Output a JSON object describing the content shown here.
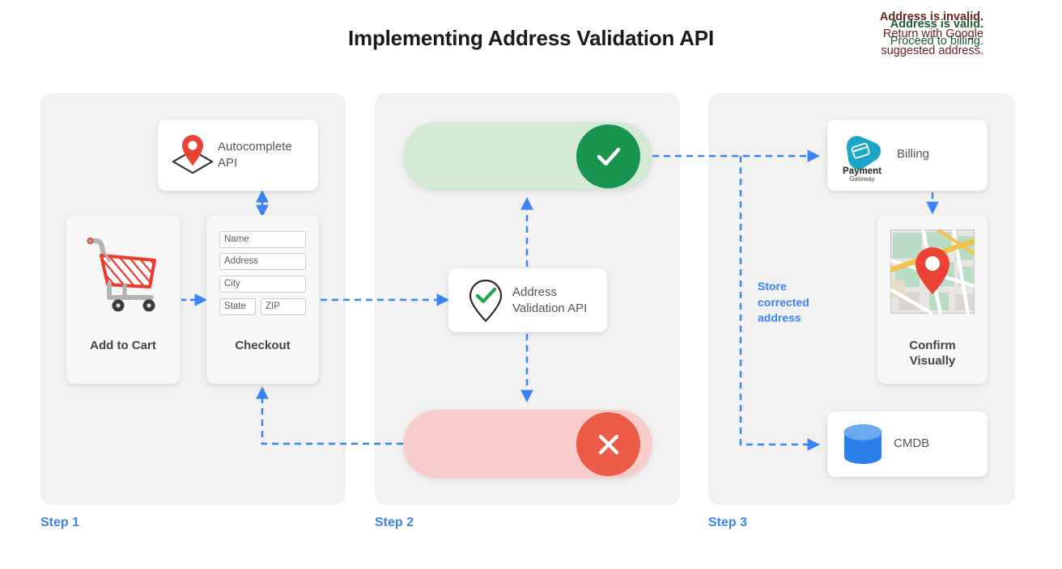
{
  "title": "Implementing Address Validation API",
  "colors": {
    "accent_blue": "#3b82f6",
    "panel_bg": "#f1f1f2",
    "valid_pill_bg": "#d4e9d4",
    "valid_badge": "#17954e",
    "valid_text": "#1c5c31",
    "invalid_pill_bg": "#f7cccb",
    "invalid_badge": "#ec5b45",
    "invalid_text": "#6d2220",
    "pin_red": "#ea4335",
    "cmdb_blue": "#3b82f6",
    "payment_teal": "#1ba8c8"
  },
  "steps": [
    {
      "label": "Step 1"
    },
    {
      "label": "Step 2"
    },
    {
      "label": "Step 3"
    }
  ],
  "step1": {
    "autocomplete": {
      "line1": "Autocomplete",
      "line2": "API",
      "icon": "map-pin-diamond-icon"
    },
    "cart": {
      "label": "Add to Cart",
      "icon": "shopping-cart-icon"
    },
    "checkout": {
      "label": "Checkout",
      "fields": [
        "Name",
        "Address",
        "City",
        "State",
        "ZIP"
      ]
    }
  },
  "step2": {
    "valid": {
      "title": "Address is valid.",
      "subtitle": "Proceed to billing.",
      "icon": "check-circle-icon"
    },
    "invalid": {
      "title": "Address is invalid.",
      "line2": "Return with Google",
      "line3": "suggested address.",
      "icon": "x-circle-icon"
    },
    "validation_api": {
      "line1": "Address",
      "line2": "Validation API",
      "icon": "pin-check-icon"
    }
  },
  "step3": {
    "billing": {
      "label": "Billing",
      "logo_name": "Payment",
      "logo_sub": "Gateway",
      "icon": "payment-gateway-icon"
    },
    "confirm": {
      "line1": "Confirm",
      "line2": "Visually",
      "icon": "map-thumbnail-icon"
    },
    "cmdb": {
      "label": "CMDB",
      "icon": "database-icon"
    },
    "store_note": {
      "line1": "Store",
      "line2": "corrected",
      "line3": "address"
    }
  }
}
